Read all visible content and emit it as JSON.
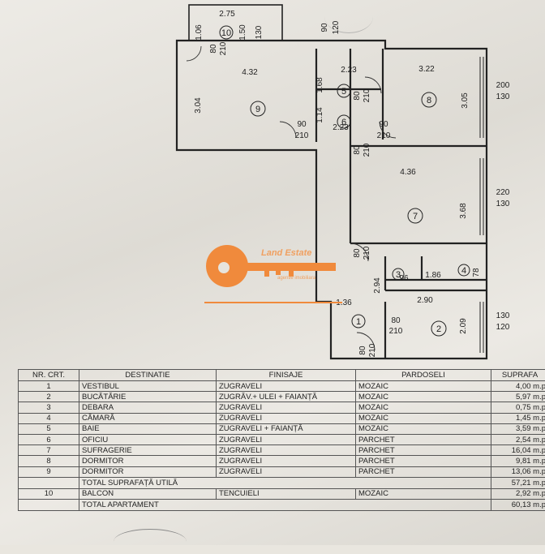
{
  "plan": {
    "rooms": [
      {
        "num": "1"
      },
      {
        "num": "2"
      },
      {
        "num": "3"
      },
      {
        "num": "4"
      },
      {
        "num": "5"
      },
      {
        "num": "6"
      },
      {
        "num": "7"
      },
      {
        "num": "8"
      },
      {
        "num": "9"
      },
      {
        "num": "10"
      }
    ],
    "dims": {
      "balcony_w": "2.75",
      "balcony_side": "1.06",
      "balcony_door_w": "1.50",
      "balcony_door_h": "130",
      "door80": "80",
      "door210": "210",
      "door90": "90",
      "door120": "120",
      "r9_w": "4.32",
      "r9_h": "3.04",
      "r5_w": "2.23",
      "r5_h": "1.68",
      "r6_w": "2.23",
      "r6_h": "1.14",
      "r8_w": "3.22",
      "r8_h": "3.05",
      "win8_w": "200",
      "win8_h": "130",
      "r7_w": "4.36",
      "r7_h": "3.68",
      "win7_w": "220",
      "win7_h": "130",
      "r1_w": "1.36",
      "r1_h": "2.94",
      "r3_w": "96",
      "r4_w": "1.86",
      "r4_h": "78",
      "r2_w": "2.90",
      "r2_h": "2.09",
      "win2_w": "130",
      "win2_h": "120"
    }
  },
  "logo": {
    "brand": "Land Estate",
    "tagline": "agentie imobiliara",
    "accent": "#f08a3c"
  },
  "table": {
    "headers": [
      "NR. CRT.",
      "DESTINATIE",
      "FINISAJE",
      "PARDOSELI",
      "SUPRAFA"
    ],
    "rows": [
      {
        "nr": "1",
        "dest": "VESTIBUL",
        "fin": "ZUGRAVELI",
        "pard": "MOZAIC",
        "supr": "4,00 m.p"
      },
      {
        "nr": "2",
        "dest": "BUCĂTĂRIE",
        "fin": "ZUGRĂV.+ ULEI + FAIANȚĂ",
        "pard": "MOZAIC",
        "supr": "5,97 m.p"
      },
      {
        "nr": "3",
        "dest": "DEBARA",
        "fin": "ZUGRAVELI",
        "pard": "MOZAIC",
        "supr": "0,75 m.p"
      },
      {
        "nr": "4",
        "dest": "CĂMARĂ",
        "fin": "ZUGRAVELI",
        "pard": "MOZAIC",
        "supr": "1,45 m.p"
      },
      {
        "nr": "5",
        "dest": "BAIE",
        "fin": "ZUGRAVELI + FAIANȚĂ",
        "pard": "MOZAIC",
        "supr": "3,59 m.p"
      },
      {
        "nr": "6",
        "dest": "OFICIU",
        "fin": "ZUGRAVELI",
        "pard": "PARCHET",
        "supr": "2,54 m.p"
      },
      {
        "nr": "7",
        "dest": "SUFRAGERIE",
        "fin": "ZUGRAVELI",
        "pard": "PARCHET",
        "supr": "16,04 m.p"
      },
      {
        "nr": "8",
        "dest": "DORMITOR",
        "fin": "ZUGRAVELI",
        "pard": "PARCHET",
        "supr": "9,81 m.p"
      },
      {
        "nr": "9",
        "dest": "DORMITOR",
        "fin": "ZUGRAVELI",
        "pard": "PARCHET",
        "supr": "13,06 m.p"
      }
    ],
    "total_util": {
      "label": "TOTAL SUPRAFAȚĂ UTILĂ",
      "supr": "57,21 m.p"
    },
    "balcon": {
      "nr": "10",
      "dest": "BALCON",
      "fin": "TENCUIELI",
      "pard": "MOZAIC",
      "supr": "2,92 m.p"
    },
    "total_ap": {
      "label": "TOTAL APARTAMENT",
      "supr": "60,13 m.p"
    }
  }
}
